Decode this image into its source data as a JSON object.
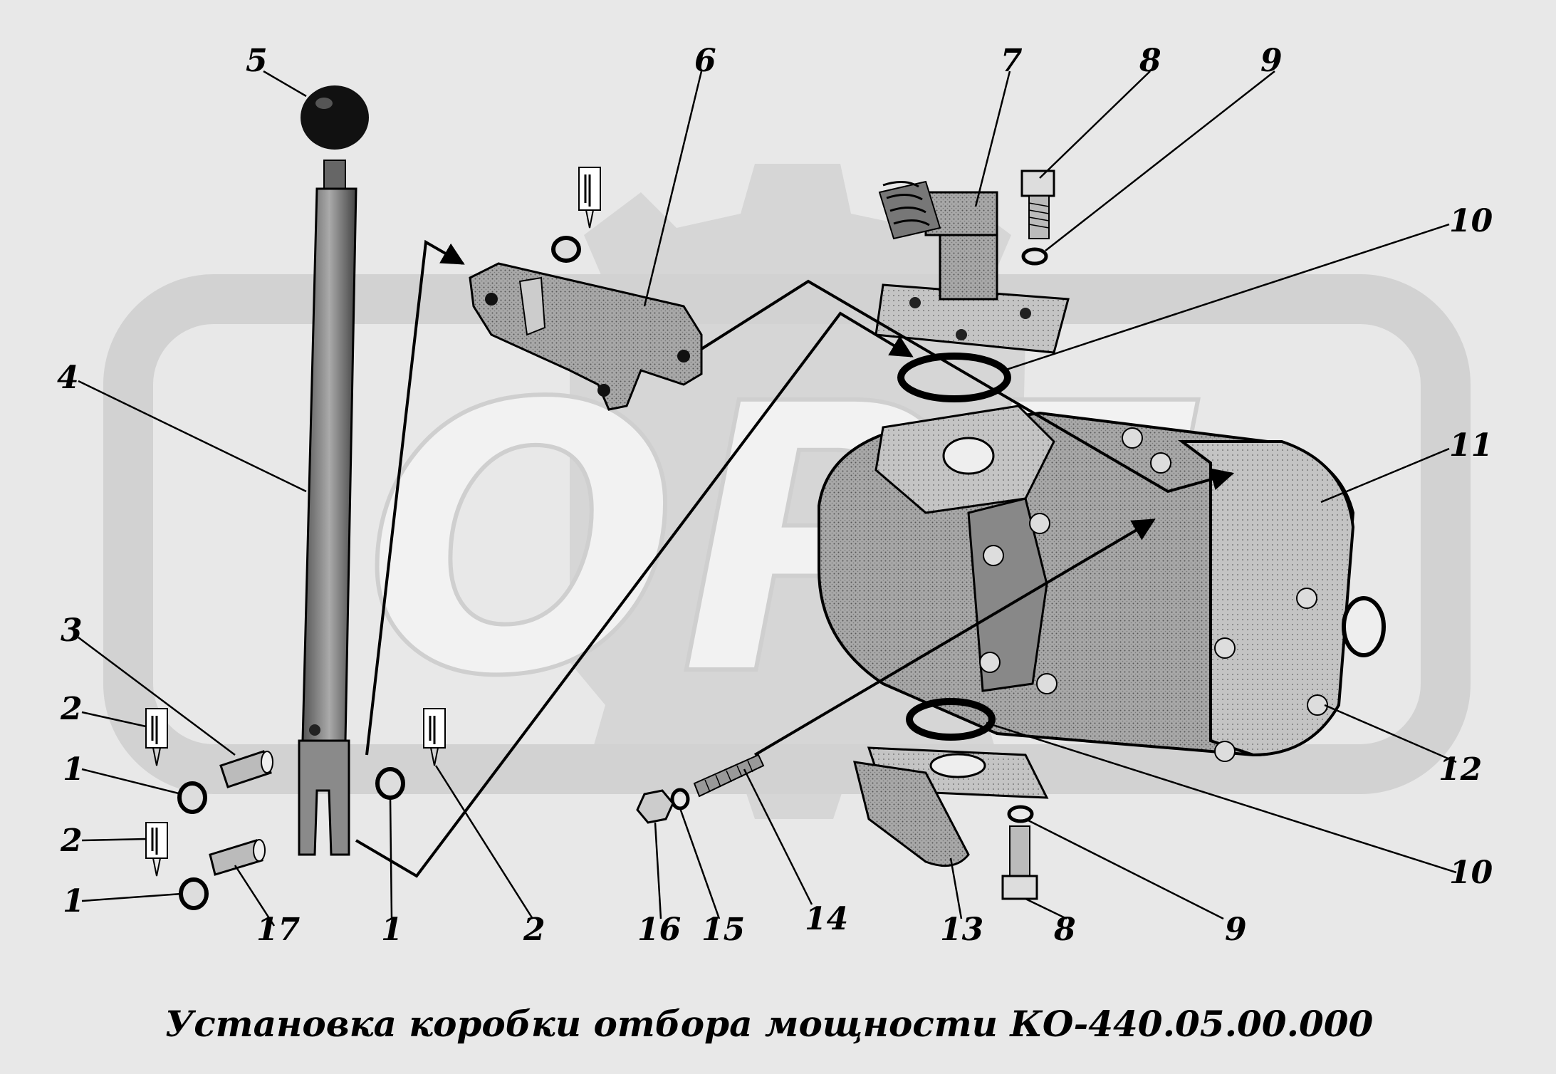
{
  "caption": "Установка коробки отбора мощности КО-440.05.00.000",
  "watermark": {
    "text": "ОРЕ",
    "color": "#d4d4d4"
  },
  "colors": {
    "background": "#e8e8e8",
    "ink": "#000000",
    "part_fill": "#9a9a9a",
    "part_light": "#c8c8c8"
  },
  "callouts": {
    "n5": "5",
    "n6": "6",
    "n7": "7",
    "n8a": "8",
    "n9a": "9",
    "n10a": "10",
    "n11": "11",
    "n4": "4",
    "n3": "3",
    "n2a": "2",
    "n1a": "1",
    "n2b": "2",
    "n1b": "1",
    "n17": "17",
    "n1c": "1",
    "n2c": "2",
    "n16": "16",
    "n15": "15",
    "n14": "14",
    "n13": "13",
    "n8b": "8",
    "n9b": "9",
    "n10b": "10",
    "n12": "12"
  }
}
